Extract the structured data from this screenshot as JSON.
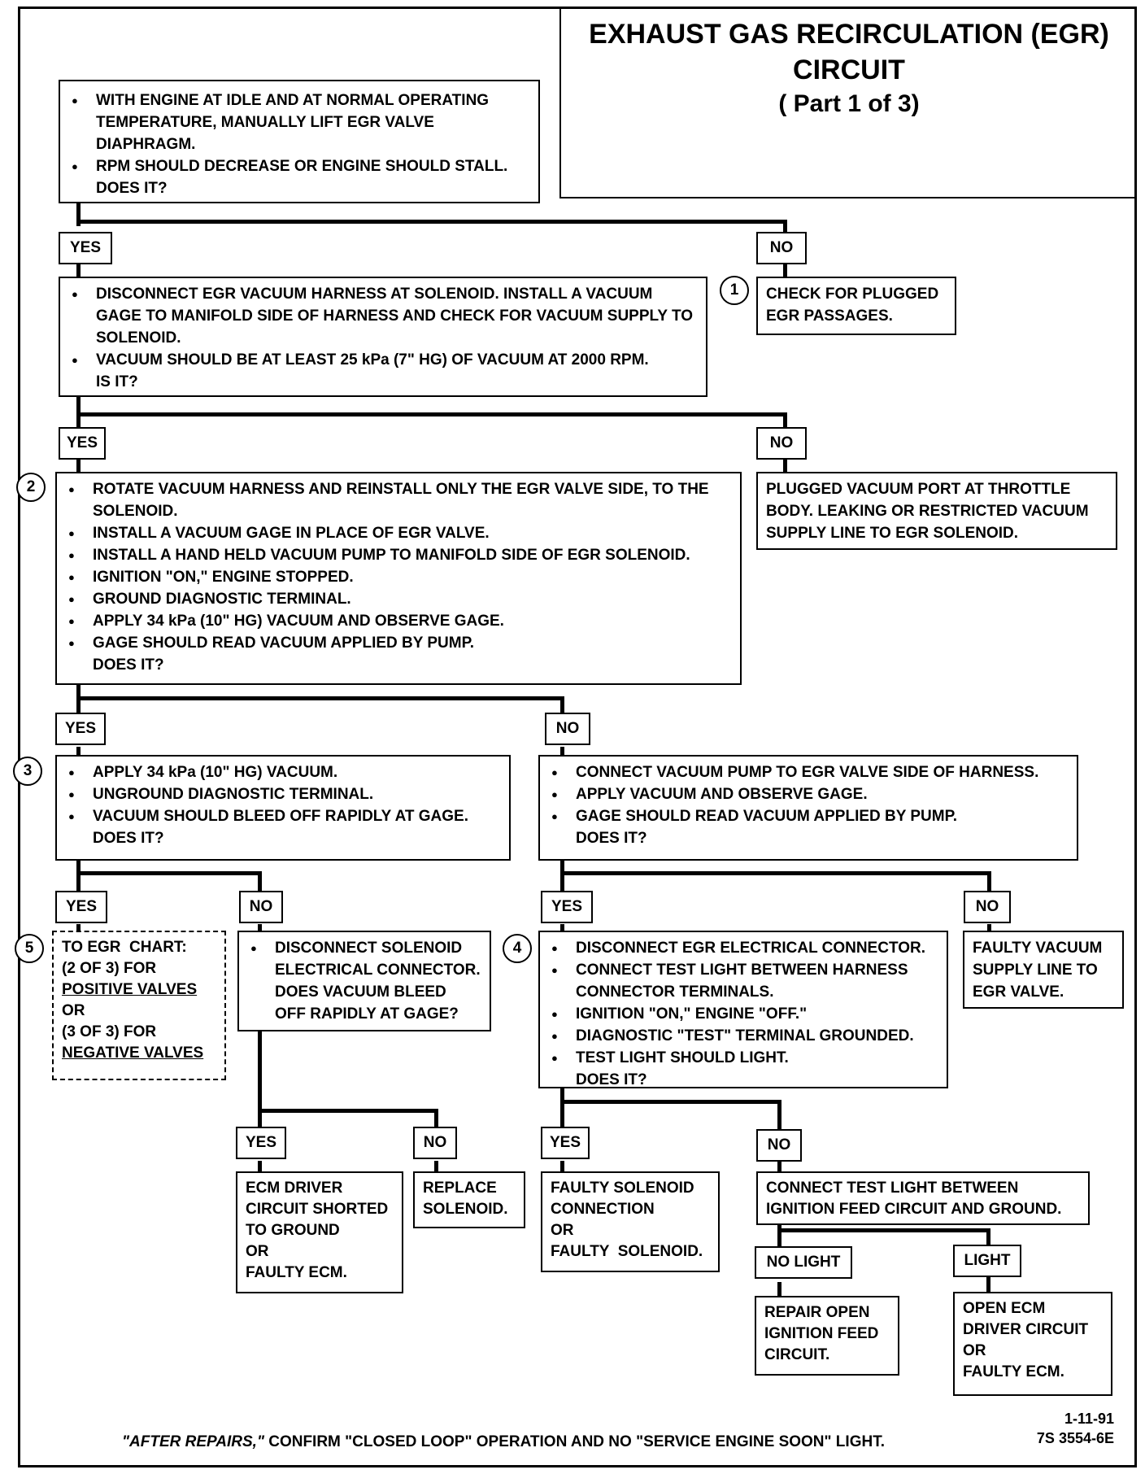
{
  "title": {
    "line1": "EXHAUST GAS RECIRCULATION (EGR)",
    "line2": "CIRCUIT",
    "part": "( Part  1 of 3)"
  },
  "step0": {
    "bullets": [
      "WITH ENGINE AT IDLE AND AT NORMAL OPERATING TEMPERATURE, MANUALLY LIFT EGR VALVE DIAPHRAGM.",
      "RPM SHOULD DECREASE OR ENGINE SHOULD STALL."
    ],
    "question": "DOES IT?"
  },
  "labels": {
    "yes": "YES",
    "no": "NO",
    "no_light": "NO LIGHT",
    "light": "LIGHT"
  },
  "markers": [
    "1",
    "2",
    "3",
    "4",
    "5"
  ],
  "check_plugged": "CHECK FOR PLUGGED EGR PASSAGES.",
  "step1": {
    "bullets": [
      "DISCONNECT EGR VACUUM HARNESS AT SOLENOID.  INSTALL A VACUUM GAGE TO MANIFOLD SIDE OF HARNESS AND CHECK FOR VACUUM SUPPLY TO SOLENOID.",
      "VACUUM SHOULD BE AT LEAST 25 kPa (7\" HG) OF VACUUM AT 2000 RPM."
    ],
    "question": "IS IT?"
  },
  "plugged_port": "PLUGGED VACUUM PORT AT THROTTLE BODY.  LEAKING OR RESTRICTED VACUUM SUPPLY LINE TO EGR SOLENOID.",
  "step2": {
    "bullets": [
      "ROTATE VACUUM HARNESS AND REINSTALL ONLY THE EGR VALVE SIDE, TO THE SOLENOID.",
      "INSTALL A VACUUM GAGE IN PLACE OF EGR VALVE.",
      "INSTALL A HAND HELD VACUUM PUMP TO MANIFOLD SIDE OF EGR SOLENOID.",
      "IGNITION \"ON,\" ENGINE STOPPED.",
      "GROUND DIAGNOSTIC TERMINAL.",
      "APPLY 34 kPa (10\" HG) VACUUM AND OBSERVE GAGE.",
      "GAGE SHOULD READ VACUUM APPLIED BY PUMP."
    ],
    "question": "DOES IT?"
  },
  "step3": {
    "bullets": [
      "APPLY 34 kPa (10\" HG) VACUUM.",
      "UNGROUND DIAGNOSTIC TERMINAL.",
      "VACUUM SHOULD BLEED OFF RAPIDLY AT GAGE."
    ],
    "question": "DOES IT?"
  },
  "step3b": {
    "bullets": [
      "CONNECT VACUUM PUMP TO EGR VALVE SIDE OF HARNESS.",
      "APPLY VACUUM AND OBSERVE GAGE.",
      "GAGE SHOULD READ VACUUM APPLIED BY PUMP."
    ],
    "question": "DOES IT?"
  },
  "egr_chart": {
    "l1": "TO EGR  CHART:",
    "l2": "(2 OF 3) FOR",
    "l3": "POSITIVE VALVES",
    "l4": "OR",
    "l5": "(3 OF 3) FOR",
    "l6": "NEGATIVE VALVES"
  },
  "disc_solenoid": {
    "bullet": "DISCONNECT SOLENOID ELECTRICAL CONNECTOR. DOES VACUUM BLEED OFF RAPIDLY AT GAGE?"
  },
  "step4": {
    "bullets": [
      "DISCONNECT EGR ELECTRICAL CONNECTOR.",
      "CONNECT TEST LIGHT BETWEEN HARNESS CONNECTOR TERMINALS.",
      "IGNITION \"ON,\" ENGINE \"OFF.\"",
      "DIAGNOSTIC \"TEST\" TERMINAL GROUNDED.",
      "TEST LIGHT SHOULD LIGHT."
    ],
    "question": "DOES IT?"
  },
  "faulty_vacuum": "FAULTY VACUUM SUPPLY LINE TO EGR VALVE.",
  "ecm_shorted": {
    "l1": "ECM DRIVER",
    "l2": "CIRCUIT SHORTED",
    "l3": "TO GROUND",
    "l4": "OR",
    "l5": "FAULTY ECM."
  },
  "replace_solenoid": {
    "l1": "REPLACE",
    "l2": "SOLENOID."
  },
  "faulty_solenoid": {
    "l1": "FAULTY SOLENOID",
    "l2": "CONNECTION",
    "l3": "OR",
    "l4": "FAULTY  SOLENOID."
  },
  "connect_test": {
    "l1": "CONNECT TEST LIGHT BETWEEN",
    "l2": "IGNITION FEED CIRCUIT AND GROUND."
  },
  "repair_open": {
    "l1": "REPAIR OPEN",
    "l2": "IGNITION FEED",
    "l3": "CIRCUIT."
  },
  "open_ecm": {
    "l1": "OPEN ECM",
    "l2": "DRIVER CIRCUIT",
    "l3": "OR",
    "l4": "FAULTY ECM."
  },
  "footer": {
    "emph": "\"AFTER REPAIRS,\"",
    "rest": " CONFIRM \"CLOSED LOOP\" OPERATION AND NO \"SERVICE ENGINE SOON\" LIGHT."
  },
  "codes": {
    "date": "1-11-91",
    "ref": "7S 3554-6E"
  }
}
